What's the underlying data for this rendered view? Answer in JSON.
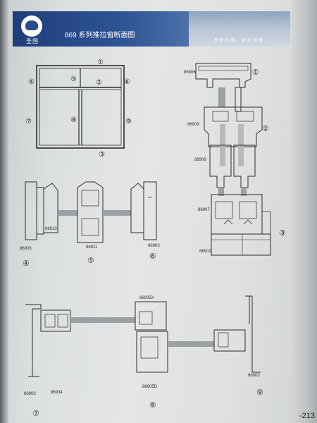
{
  "header": {
    "brand": "圣国",
    "title": "869 系列推拉窗断面图",
    "tagline": "开发/价值 · 安全/创造"
  },
  "elevation_labels": [
    "①",
    "②",
    "③",
    "④",
    "⑤",
    "⑥",
    "⑦",
    "⑧",
    "⑨"
  ],
  "section_markers": [
    "④",
    "⑤",
    "⑥",
    "⑦",
    "⑧",
    "⑨",
    "①",
    "②",
    "③"
  ],
  "part_codes": {
    "top": "86906",
    "sash_a": "86909",
    "sash_b": "86906",
    "sash_c": "86907",
    "bottom": "86902",
    "s4_inner": "86910",
    "s4_frame": "86903",
    "s5": "86911",
    "s6": "86903",
    "s7_frame": "86903",
    "s7_sash": "86904",
    "s8_top": "86905X",
    "s8_bottom": "86905D",
    "s9": "86903"
  },
  "page_number": "-213"
}
